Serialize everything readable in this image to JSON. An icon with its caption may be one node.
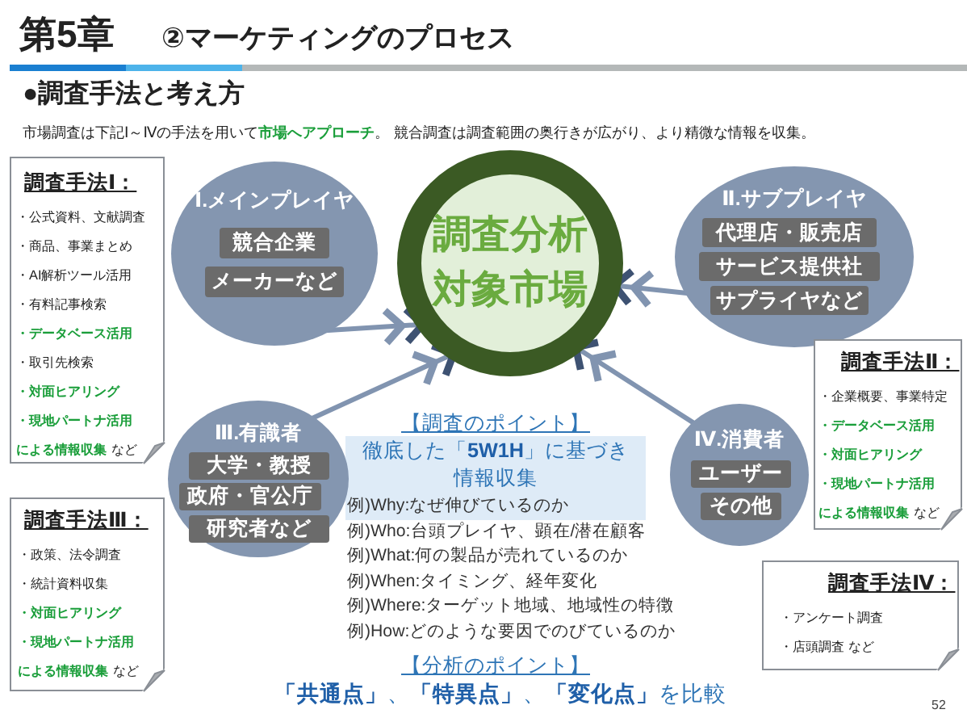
{
  "diagram": {
    "title": "第5章",
    "nodes": [
      {
        "text": [
          "調査分析対象市場"
        ]
      },
      {
        "text": [
          "Ⅰ.メインプレイヤ"
        ]
      },
      {
        "text": [
          "競合企業"
        ],
        "in": 1
      },
      {
        "text": [
          "メーカーなど"
        ],
        "in": 1
      },
      {
        "text": [
          "Ⅱ.サブプレイヤ"
        ]
      },
      {
        "text": [
          "代理店・販売店"
        ],
        "in": 4
      },
      {
        "text": [
          "サービス提供社"
        ],
        "in": 4
      },
      {
        "text": [
          "サプライヤなど"
        ],
        "in": 4
      },
      {
        "text": [
          "Ⅲ.有識者"
        ]
      },
      {
        "text": [
          "大学・教授"
        ],
        "in": 8
      },
      {
        "text": [
          "政府・官公庁"
        ],
        "in": 8
      },
      {
        "text": [
          "研究者など"
        ],
        "in": 8
      },
      {
        "text": [
          "Ⅳ.消費者"
        ]
      },
      {
        "text": [
          "ユーザー"
        ],
        "in": 12
      },
      {
        "text": [
          "その他"
        ],
        "in": 12
      },
      {
        "text": [
          "調査手法Ⅰ：",
          "・公式資料、文献調査",
          "・商品、事業まとめ",
          "・AI解析ツール活用",
          "・有料記事検索",
          "・データベース活用",
          "・取引先検索",
          "・対面ヒアリング",
          "・現地パートナ活用による情報収集",
          "など"
        ]
      },
      {
        "text": [
          "調査手法Ⅱ：",
          "・企業概要、事業特定",
          "・データベース活用",
          "・対面ヒアリング",
          "・現地パートナ活用による情報収集",
          "など"
        ]
      },
      {
        "text": [
          "調査手法Ⅲ：",
          "・政策、法令調査",
          "・統計資料収集",
          "・対面ヒアリング",
          "・現地パートナ活用による情報収集",
          "など"
        ]
      },
      {
        "text": [
          "調査手法Ⅳ：",
          "・アンケート調査",
          "・店頭調査 など"
        ]
      }
    ],
    "edges": [
      {
        "from": 1,
        "to": 0,
        "arrow": "to"
      },
      {
        "from": 4,
        "to": 0,
        "arrow": "to"
      },
      {
        "from": 8,
        "to": 0,
        "arrow": "to"
      },
      {
        "from": 12,
        "to": 0,
        "arrow": "to"
      }
    ],
    "labels": [
      "②マーケティングのプロセス",
      "●調査手法と考え方",
      "市場調査は下記Ⅰ～Ⅳの手法を用いて**市場へアプローチ**。 競合調査は調査範囲の奥行きが広がり、より精微な情報を収集。",
      "【調査のポイント】",
      "徹底した「**5W1H**」に基づき情報収集",
      "例)Why:なぜ伸びているのか",
      "例)Who:台頭プレイヤ、顕在/潜在顧客",
      "例)What:何の製品が売れているのか",
      "例)When:タイミング、経年変化",
      "例)Where:ターゲット地域、地域性の特徴",
      "例)How:どのような要因でのびているのか",
      "【分析のポイント】",
      "**「共通点」**、**「特異点」**、**「変化点」**を比較",
      "52"
    ]
  }
}
